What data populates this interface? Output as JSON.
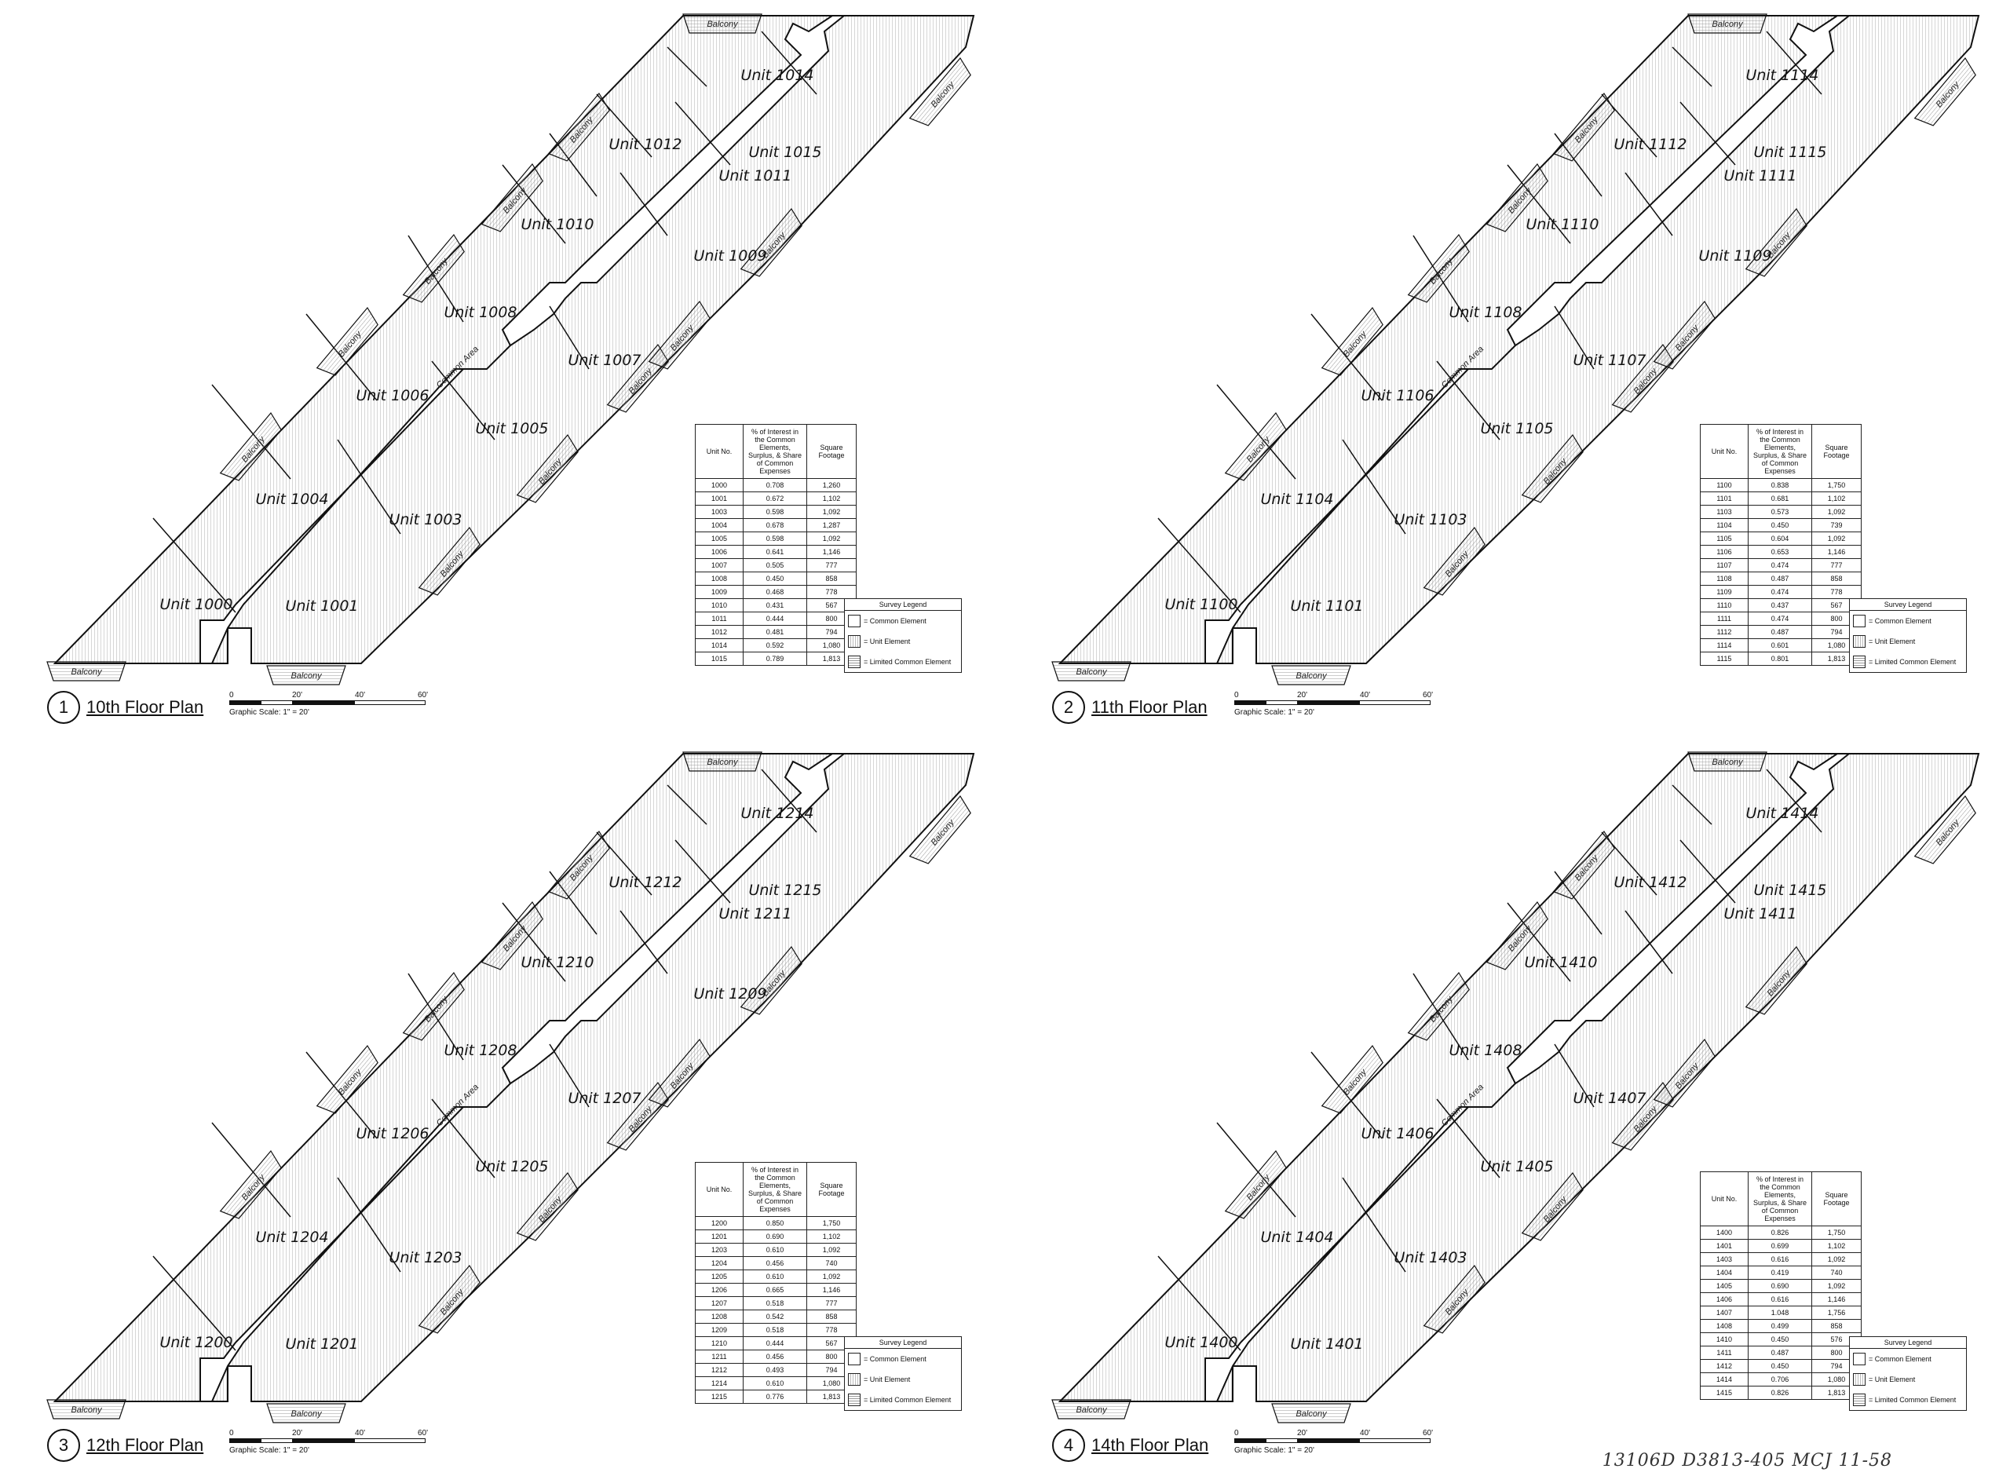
{
  "legend": {
    "title": "Survey Legend",
    "items": [
      "= Common Element",
      "= Unit Element",
      "= Limited Common Element"
    ]
  },
  "table_headers": {
    "unit": "Unit No.",
    "interest": "% of Interest in the Common Elements, Surplus, & Share of Common Expenses",
    "sqft": "Square Footage"
  },
  "scale": {
    "ticks": [
      "0",
      "20'",
      "40'",
      "60'"
    ],
    "caption": "Graphic Scale:  1\" =  20'"
  },
  "labels": {
    "balcony": "Balcony",
    "common_area": "Common Area"
  },
  "plans": [
    {
      "number": "1",
      "title": "10th Floor Plan",
      "units": [
        "Unit  1000",
        "Unit  1001",
        "Unit  1003",
        "Unit  1004",
        "Unit  1005",
        "Unit  1006",
        "Unit  1007",
        "Unit  1008",
        "Unit  1009",
        "Unit  1010",
        "Unit  1011",
        "Unit  1012",
        "Unit  1014",
        "Unit  1015"
      ],
      "rows": [
        [
          "1000",
          "0.708",
          "1,260"
        ],
        [
          "1001",
          "0.672",
          "1,102"
        ],
        [
          "1003",
          "0.598",
          "1,092"
        ],
        [
          "1004",
          "0.678",
          "1,287"
        ],
        [
          "1005",
          "0.598",
          "1,092"
        ],
        [
          "1006",
          "0.641",
          "1,146"
        ],
        [
          "1007",
          "0.505",
          "777"
        ],
        [
          "1008",
          "0.450",
          "858"
        ],
        [
          "1009",
          "0.468",
          "778"
        ],
        [
          "1010",
          "0.431",
          "567"
        ],
        [
          "1011",
          "0.444",
          "800"
        ],
        [
          "1012",
          "0.481",
          "794"
        ],
        [
          "1014",
          "0.592",
          "1,080"
        ],
        [
          "1015",
          "0.789",
          "1,813"
        ]
      ]
    },
    {
      "number": "2",
      "title": "11th Floor Plan",
      "units": [
        "Unit  1100",
        "Unit  1101",
        "Unit  1103",
        "Unit  1104",
        "Unit  1105",
        "Unit  1106",
        "Unit  1107",
        "Unit  1108",
        "Unit  1109",
        "Unit  1110",
        "Unit  1111",
        "Unit  1112",
        "Unit  1114",
        "Unit  1115"
      ],
      "rows": [
        [
          "1100",
          "0.838",
          "1,750"
        ],
        [
          "1101",
          "0.681",
          "1,102"
        ],
        [
          "1103",
          "0.573",
          "1,092"
        ],
        [
          "1104",
          "0.450",
          "739"
        ],
        [
          "1105",
          "0.604",
          "1,092"
        ],
        [
          "1106",
          "0.653",
          "1,146"
        ],
        [
          "1107",
          "0.474",
          "777"
        ],
        [
          "1108",
          "0.487",
          "858"
        ],
        [
          "1109",
          "0.474",
          "778"
        ],
        [
          "1110",
          "0.437",
          "567"
        ],
        [
          "1111",
          "0.474",
          "800"
        ],
        [
          "1112",
          "0.487",
          "794"
        ],
        [
          "1114",
          "0.601",
          "1,080"
        ],
        [
          "1115",
          "0.801",
          "1,813"
        ]
      ]
    },
    {
      "number": "3",
      "title": "12th Floor Plan",
      "units": [
        "Unit  1200",
        "Unit  1201",
        "Unit  1203",
        "Unit  1204",
        "Unit  1205",
        "Unit  1206",
        "Unit  1207",
        "Unit  1208",
        "Unit  1209",
        "Unit  1210",
        "Unit  1211",
        "Unit  1212",
        "Unit  1214",
        "Unit  1215"
      ],
      "rows": [
        [
          "1200",
          "0.850",
          "1,750"
        ],
        [
          "1201",
          "0.690",
          "1,102"
        ],
        [
          "1203",
          "0.610",
          "1,092"
        ],
        [
          "1204",
          "0.456",
          "740"
        ],
        [
          "1205",
          "0.610",
          "1,092"
        ],
        [
          "1206",
          "0.665",
          "1,146"
        ],
        [
          "1207",
          "0.518",
          "777"
        ],
        [
          "1208",
          "0.542",
          "858"
        ],
        [
          "1209",
          "0.518",
          "778"
        ],
        [
          "1210",
          "0.444",
          "567"
        ],
        [
          "1211",
          "0.456",
          "800"
        ],
        [
          "1212",
          "0.493",
          "794"
        ],
        [
          "1214",
          "0.610",
          "1,080"
        ],
        [
          "1215",
          "0.776",
          "1,813"
        ]
      ]
    },
    {
      "number": "4",
      "title": "14th Floor Plan",
      "units": [
        "Unit  1400",
        "Unit  1401",
        "Unit  1403",
        "Unit  1404",
        "Unit  1405",
        "Unit  1406",
        "Unit  1407",
        "Unit  1408",
        "Unit  1410",
        "Unit  1411",
        "Unit  1412",
        "Unit  1414",
        "Unit  1415"
      ],
      "rows": [
        [
          "1400",
          "0.826",
          "1,750"
        ],
        [
          "1401",
          "0.699",
          "1,102"
        ],
        [
          "1403",
          "0.616",
          "1,092"
        ],
        [
          "1404",
          "0.419",
          "740"
        ],
        [
          "1405",
          "0.690",
          "1,092"
        ],
        [
          "1406",
          "0.616",
          "1,146"
        ],
        [
          "1407",
          "1.048",
          "1,756"
        ],
        [
          "1408",
          "0.499",
          "858"
        ],
        [
          "1410",
          "0.450",
          "576"
        ],
        [
          "1411",
          "0.487",
          "800"
        ],
        [
          "1412",
          "0.450",
          "794"
        ],
        [
          "1414",
          "0.706",
          "1,080"
        ],
        [
          "1415",
          "0.826",
          "1,813"
        ]
      ]
    }
  ],
  "handwritten_note": "13106D  D3813-405  MCJ 11-58"
}
